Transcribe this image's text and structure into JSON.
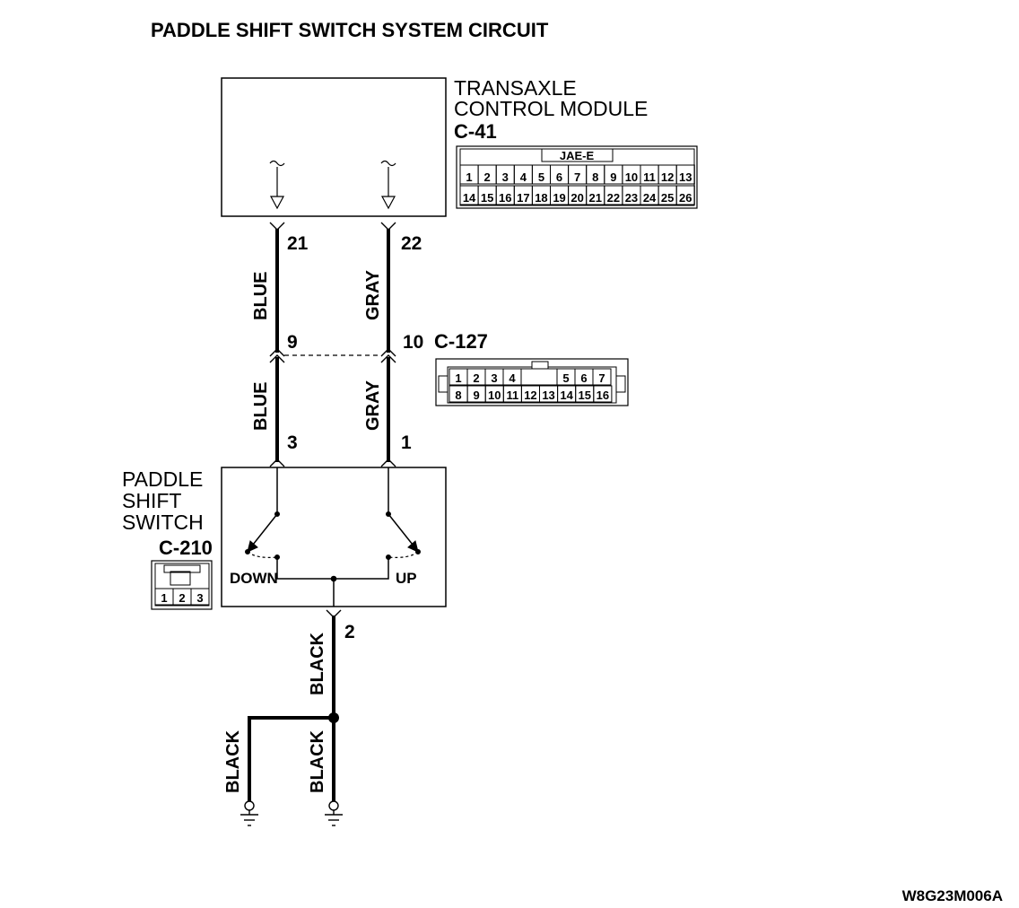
{
  "title": "PADDLE SHIFT SWITCH SYSTEM CIRCUIT",
  "tcm": {
    "name_line1": "TRANSAXLE",
    "name_line2": "CONTROL MODULE",
    "connector": "C-41",
    "connector_type": "JAE-E",
    "pins_row1": [
      "1",
      "2",
      "3",
      "4",
      "5",
      "6",
      "7",
      "8",
      "9",
      "10",
      "11",
      "12",
      "13"
    ],
    "pins_row2": [
      "14",
      "15",
      "16",
      "17",
      "18",
      "19",
      "20",
      "21",
      "22",
      "23",
      "24",
      "25",
      "26"
    ]
  },
  "pins": {
    "tcm_left": "21",
    "tcm_right": "22",
    "mid_left": "9",
    "mid_right": "10",
    "sw_left": "3",
    "sw_right": "1",
    "sw_ground": "2"
  },
  "mid_connector": {
    "name": "C-127",
    "pins_row1": [
      "1",
      "2",
      "3",
      "4",
      "5",
      "6",
      "7"
    ],
    "pins_row2": [
      "8",
      "9",
      "10",
      "11",
      "12",
      "13",
      "14",
      "15",
      "16"
    ]
  },
  "wires": {
    "upper_left": "BLUE",
    "upper_right": "GRAY",
    "lower_left": "BLUE",
    "lower_right": "GRAY",
    "ground_main": "BLACK",
    "ground_left": "BLACK",
    "ground_right": "BLACK"
  },
  "paddle_switch": {
    "name_line1": "PADDLE",
    "name_line2": "SHIFT",
    "name_line3": "SWITCH",
    "connector": "C-210",
    "pins": [
      "1",
      "2",
      "3"
    ],
    "down_label": "DOWN",
    "up_label": "UP"
  },
  "reference_code": "W8G23M006A"
}
